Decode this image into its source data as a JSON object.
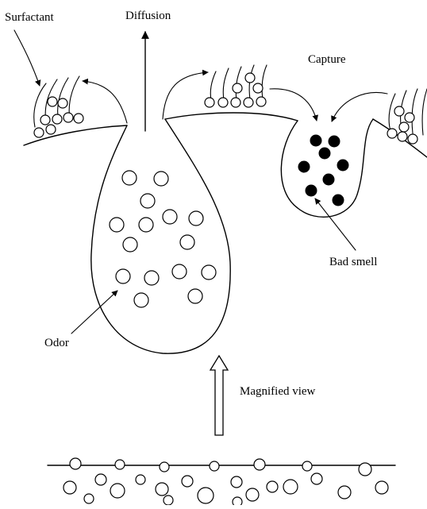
{
  "labels": {
    "surfactant": "Surfactant",
    "diffusion": "Diffusion",
    "capture": "Capture",
    "bad_smell": "Bad smell",
    "odor": "Odor",
    "magnified_view": "Magnified view"
  },
  "colors": {
    "line": "#000000",
    "background": "#ffffff",
    "bad_smell_particle": "#000000",
    "odor_particle_fill": "#ffffff"
  },
  "counts": {
    "odor_particles": 15,
    "bad_smell_particles": 8
  }
}
